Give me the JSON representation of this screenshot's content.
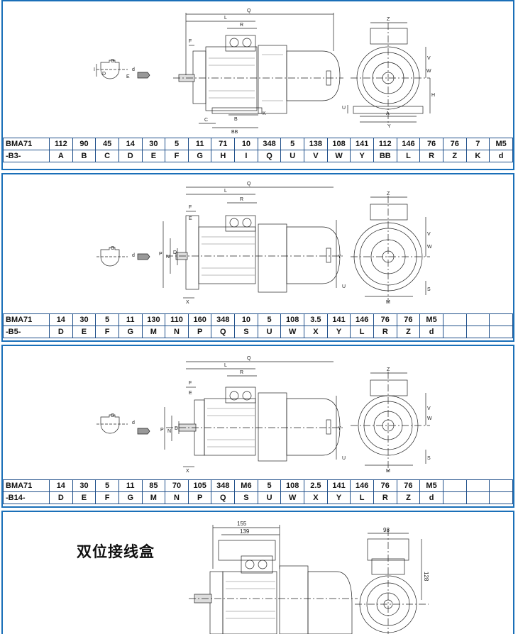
{
  "sections": [
    {
      "row1": [
        "BMA71",
        "112",
        "90",
        "45",
        "14",
        "30",
        "5",
        "11",
        "71",
        "10",
        "348",
        "5",
        "138",
        "108",
        "141",
        "112",
        "146",
        "76",
        "76",
        "7",
        "M5"
      ],
      "row2": [
        "-B3-",
        "A",
        "B",
        "C",
        "D",
        "E",
        "F",
        "G",
        "H",
        "I",
        "Q",
        "U",
        "V",
        "W",
        "Y",
        "BB",
        "L",
        "R",
        "Z",
        "K",
        "d"
      ],
      "labels": {
        "Q": "Q",
        "L": "L",
        "R": "R",
        "F": "F",
        "C": "C",
        "B": "B",
        "BB": "BB",
        "K": "K",
        "Z": "Z",
        "V": "V",
        "A": "A",
        "H": "H",
        "Y": "Y",
        "W": "W",
        "U": "U",
        "d": "d",
        "G": "G",
        "D": "D",
        "E": "E",
        "I": "I"
      }
    },
    {
      "row1": [
        "BMA71",
        "14",
        "30",
        "5",
        "11",
        "130",
        "110",
        "160",
        "348",
        "10",
        "5",
        "108",
        "3.5",
        "141",
        "146",
        "76",
        "76",
        "M5",
        "",
        "",
        ""
      ],
      "row2": [
        "-B5-",
        "D",
        "E",
        "F",
        "G",
        "M",
        "N",
        "P",
        "Q",
        "S",
        "U",
        "W",
        "X",
        "Y",
        "L",
        "R",
        "Z",
        "d",
        "",
        "",
        ""
      ],
      "labels": {
        "Q": "Q",
        "L": "L",
        "R": "R",
        "F": "F",
        "E": "E",
        "P": "P",
        "N": "N",
        "D": "D",
        "X": "X",
        "Z": "Z",
        "V": "V",
        "M": "M",
        "S": "S",
        "Y": "Y",
        "U": "U",
        "d": "d",
        "G": "G",
        "W": "W"
      }
    },
    {
      "row1": [
        "BMA71",
        "14",
        "30",
        "5",
        "11",
        "85",
        "70",
        "105",
        "348",
        "M6",
        "5",
        "108",
        "2.5",
        "141",
        "146",
        "76",
        "76",
        "M5",
        "",
        "",
        ""
      ],
      "row2": [
        "-B14-",
        "D",
        "E",
        "F",
        "G",
        "M",
        "N",
        "P",
        "Q",
        "S",
        "U",
        "W",
        "X",
        "Y",
        "L",
        "R",
        "Z",
        "d",
        "",
        "",
        ""
      ],
      "labels": {
        "Q": "Q",
        "L": "L",
        "R": "R",
        "F": "F",
        "E": "E",
        "P": "P",
        "N": "N",
        "D": "D",
        "X": "X",
        "Z": "Z",
        "V": "V",
        "M": "M",
        "S": "S",
        "Y": "Y",
        "U": "U",
        "d": "d",
        "G": "G",
        "W": "W"
      }
    }
  ],
  "double_box": {
    "title": "双位接线盒",
    "dim_155": "155",
    "dim_139": "139",
    "dim_98": "98",
    "dim_128": "128"
  },
  "colors": {
    "frame": "#1a6fb8",
    "table_line": "#1f4f8a"
  }
}
